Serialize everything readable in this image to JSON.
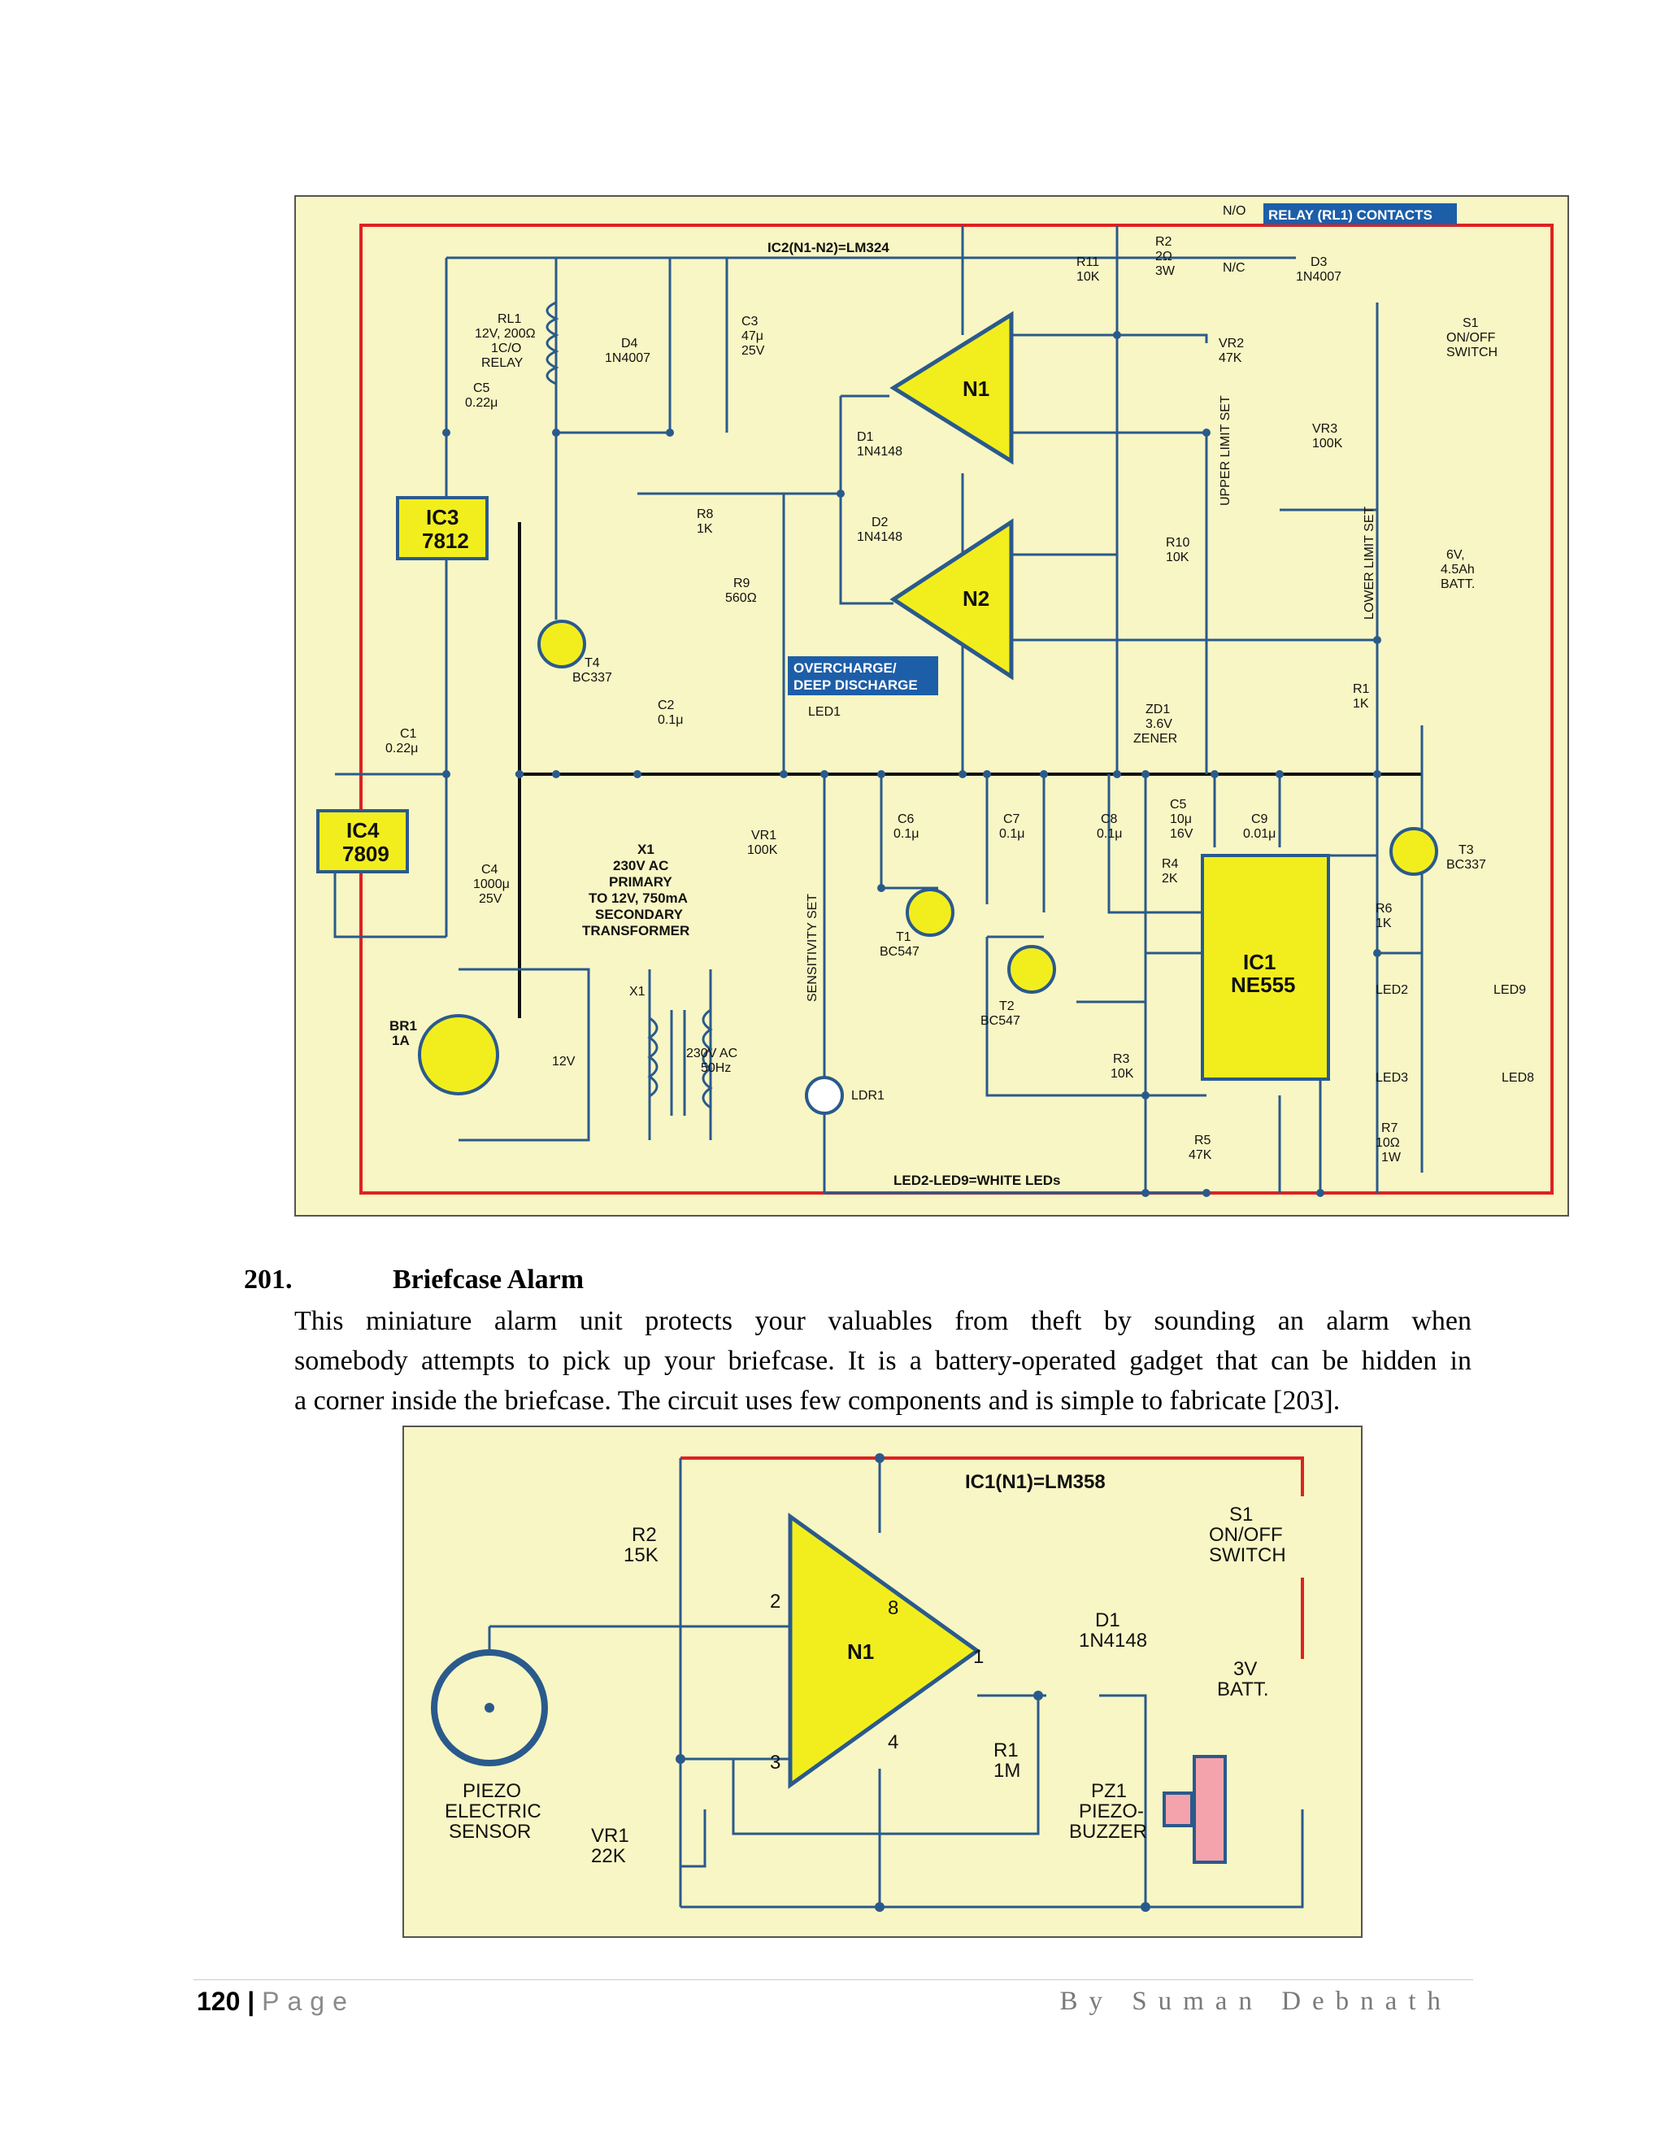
{
  "circuit1": {
    "ic_note": "IC2(N1-N2)=LM324",
    "relay_tag": "RELAY (RL1) CONTACTS",
    "no": "N/O",
    "nc": "N/C",
    "r2": [
      "R2",
      "2Ω",
      "3W"
    ],
    "d3": [
      "D3",
      "1N4007"
    ],
    "r11": [
      "R11",
      "10K"
    ],
    "s1": [
      "S1",
      "ON/OFF",
      "SWITCH"
    ],
    "vr2": [
      "VR2",
      "47K"
    ],
    "upper": "UPPER LIMIT SET",
    "vr3": [
      "VR3",
      "100K"
    ],
    "lower": "LOWER LIMIT SET",
    "batt": [
      "6V,",
      "4.5Ah",
      "BATT."
    ],
    "r10": [
      "R10",
      "10K"
    ],
    "r1": [
      "R1",
      "1K"
    ],
    "zd1": [
      "ZD1",
      "3.6V",
      "ZENER"
    ],
    "rl1": [
      "RL1",
      "12V, 200Ω",
      "1C/O",
      "RELAY"
    ],
    "d4": [
      "D4",
      "1N4007"
    ],
    "c3": [
      "C3",
      "47μ",
      "25V"
    ],
    "c5a": [
      "C5",
      "0.22μ"
    ],
    "ic3": [
      "IC3",
      "7812"
    ],
    "n1": "N1",
    "n2": "N2",
    "d1": [
      "D1",
      "1N4148"
    ],
    "d2": [
      "D2",
      "1N4148"
    ],
    "r8": [
      "R8",
      "1K"
    ],
    "r9": [
      "R9",
      "560Ω"
    ],
    "t4": [
      "T4",
      "BC337"
    ],
    "c2": [
      "C2",
      "0.1μ"
    ],
    "od_tag": [
      "OVERCHARGE/",
      "DEEP DISCHARGE"
    ],
    "led1": "LED1",
    "c1": [
      "C1",
      "0.22μ"
    ],
    "ic4": [
      "IC4",
      "7809"
    ],
    "c4": [
      "C4",
      "1000μ",
      "25V"
    ],
    "x1_note": [
      "X1",
      "230V AC",
      "PRIMARY",
      "TO 12V, 750mA",
      "SECONDARY",
      "TRANSFORMER"
    ],
    "vr1": [
      "VR1",
      "100K"
    ],
    "sens": "SENSITIVITY SET",
    "c6": [
      "C6",
      "0.1μ"
    ],
    "c7": [
      "C7",
      "0.1μ"
    ],
    "c8": [
      "C8",
      "0.1μ"
    ],
    "c5b": [
      "C5",
      "10μ",
      "16V"
    ],
    "c9": [
      "C9",
      "0.01μ"
    ],
    "r4": [
      "R4",
      "2K"
    ],
    "t1": [
      "T1",
      "BC547"
    ],
    "t2": [
      "T2",
      "BC547"
    ],
    "t3": [
      "T3",
      "BC337"
    ],
    "r6": [
      "R6",
      "1K"
    ],
    "ic1": [
      "IC1",
      "NE555"
    ],
    "br1": [
      "BR1",
      "1A"
    ],
    "v12": "12V",
    "x1": "X1",
    "mains": [
      "230V AC",
      "50Hz"
    ],
    "ldr1": "LDR1",
    "r3": [
      "R3",
      "10K"
    ],
    "r5": [
      "R5",
      "47K"
    ],
    "r7": [
      "R7",
      "10Ω",
      "1W"
    ],
    "leds": [
      "LED2",
      "LED9",
      "LED3",
      "LED8"
    ],
    "led_note": "LED2-LED9=WHITE LEDs"
  },
  "section": {
    "number": "201.",
    "title": "Briefcase Alarm",
    "lines": [
      "This miniature alarm unit protects your valuables from theft by sounding an alarm when",
      "somebody attempts to pick up your briefcase. It is a battery-operated gadget that can be hidden in",
      "a corner inside the briefcase. The circuit uses few components and is simple to fabricate [203]."
    ]
  },
  "circuit2": {
    "ic_note": "IC1(N1)=LM358",
    "r2": [
      "R2",
      "15K"
    ],
    "s1": [
      "S1",
      "ON/OFF",
      "SWITCH"
    ],
    "n1": "N1",
    "d1": [
      "D1",
      "1N4148"
    ],
    "batt": [
      "3V",
      "BATT."
    ],
    "r1": [
      "R1",
      "1M"
    ],
    "sensor": [
      "PIEZO",
      "ELECTRIC",
      "SENSOR"
    ],
    "vr1": [
      "VR1",
      "22K"
    ],
    "pz1": [
      "PZ1",
      "PIEZO-",
      "BUZZER"
    ],
    "pins": [
      "2",
      "8",
      "1",
      "3",
      "4"
    ]
  },
  "footer": {
    "page_number": "120",
    "separator": "|",
    "page_word": "Page",
    "author": "By Suman Debnath"
  }
}
